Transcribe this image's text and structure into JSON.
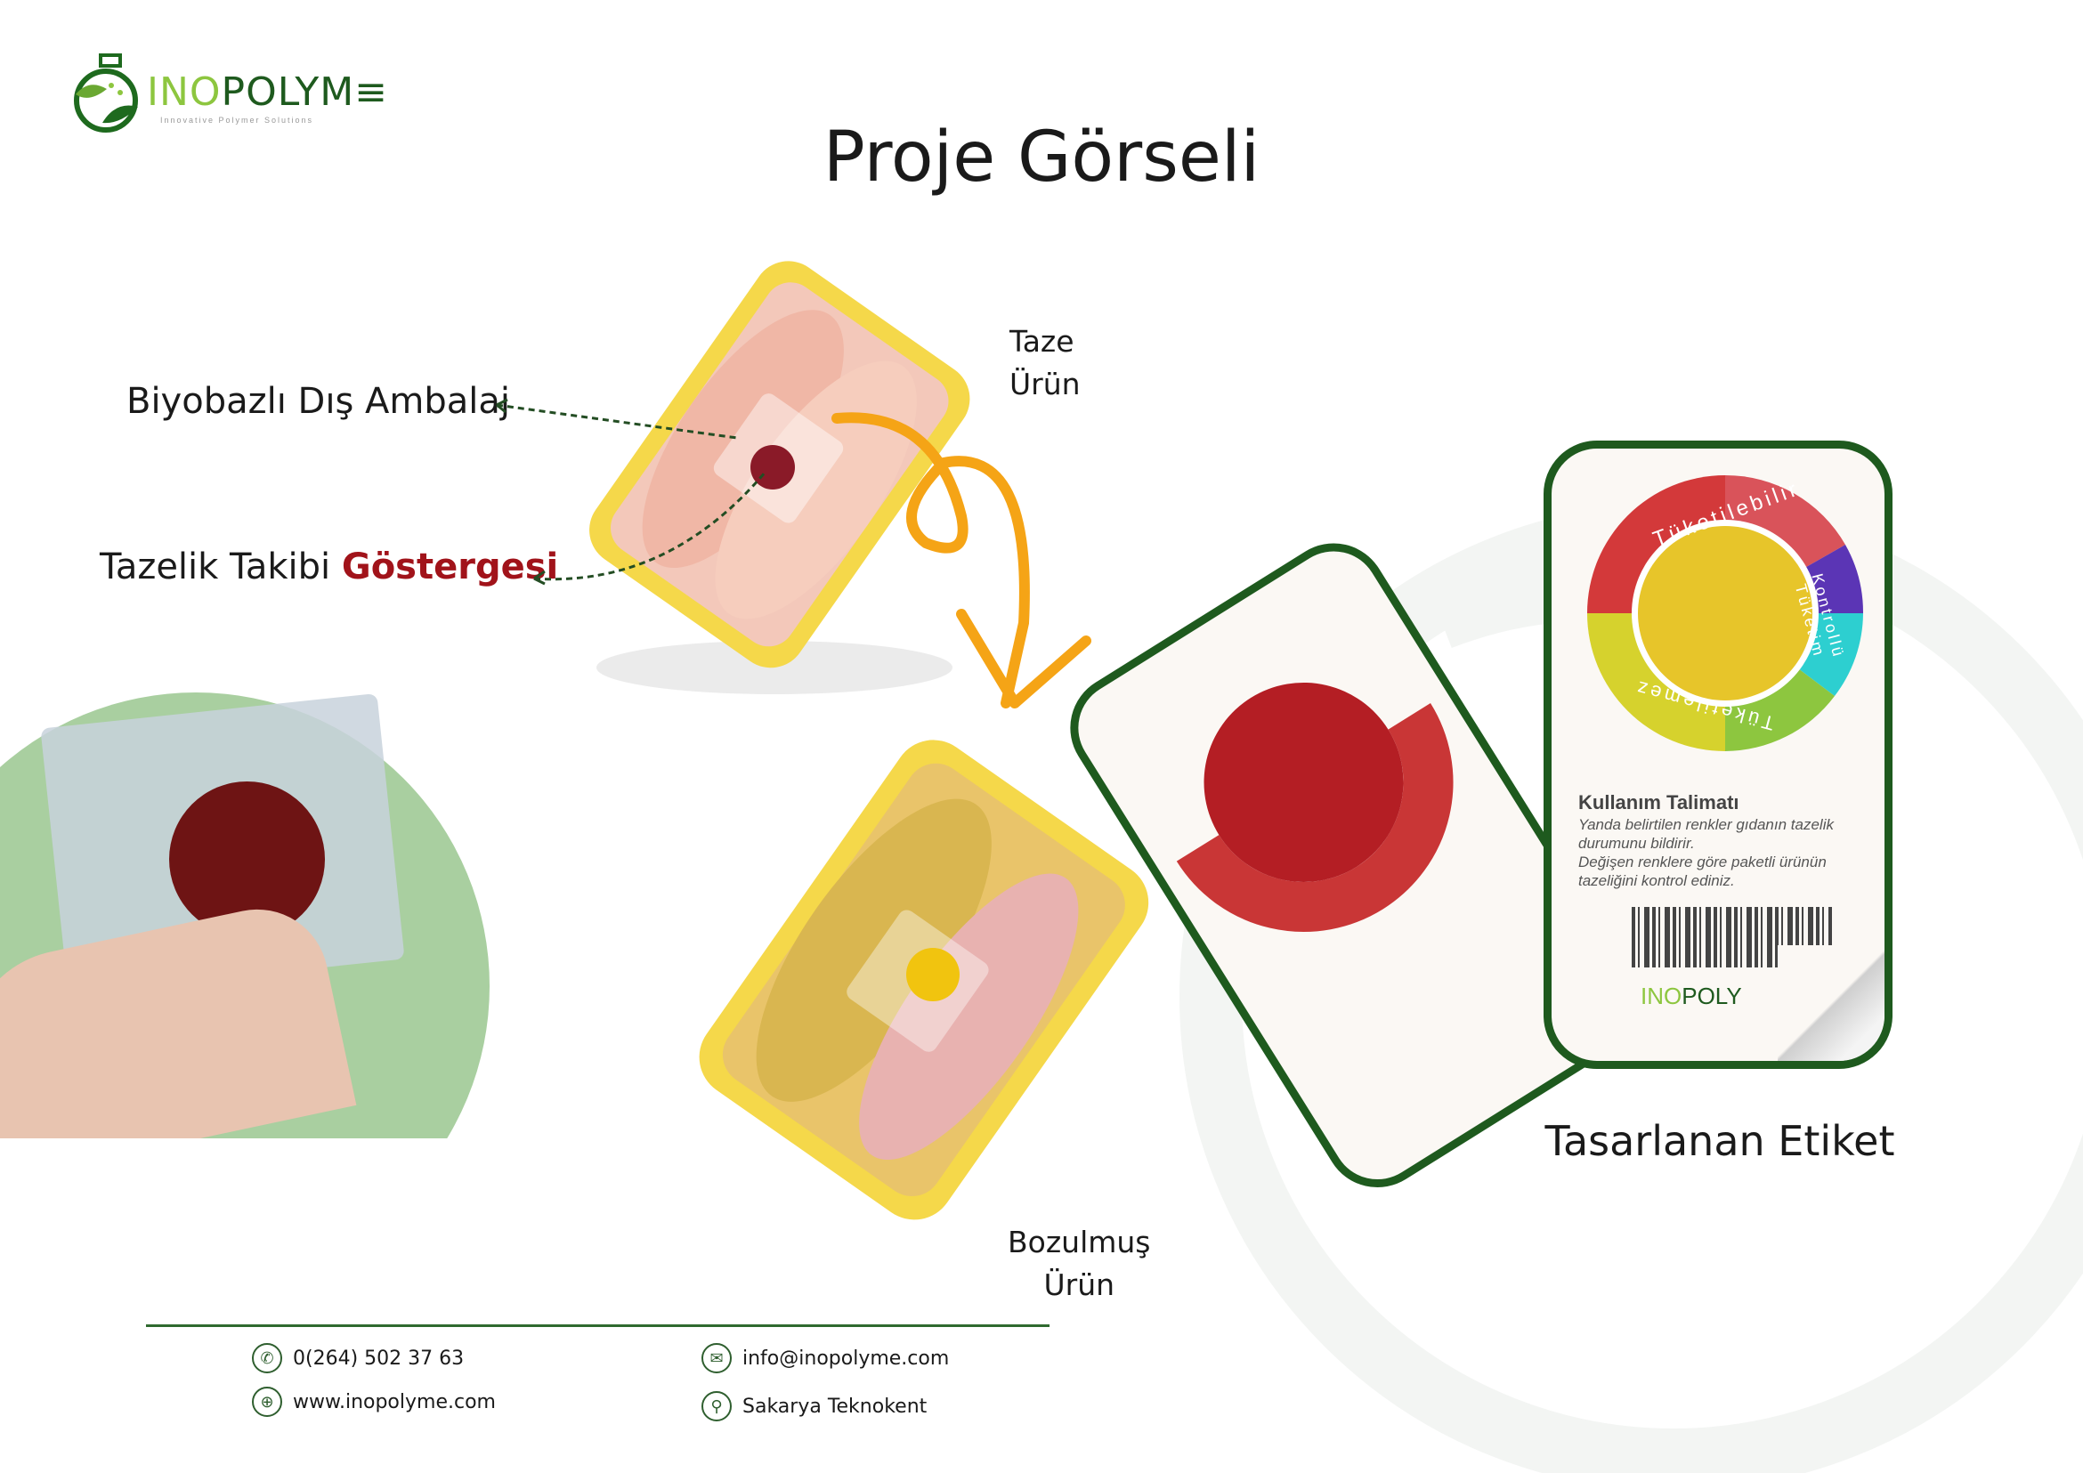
{
  "logo": {
    "name": "INOPOLYME",
    "name_light": "INO",
    "name_dark": "POLYM",
    "tagline": "Innovative Polymer Solutions"
  },
  "title": "Proje Görseli",
  "fresh_label": [
    "Taze",
    "Ürün"
  ],
  "spoiled_label": [
    "Bozulmuş",
    "Ürün"
  ],
  "callouts": {
    "outer_packaging": "Biyobazlı Dış Ambalaj",
    "indicator_prefix": "Tazelik Takibi",
    "indicator_highlight": "Göstergesi"
  },
  "label_card": {
    "ring": {
      "top": "Tüketilebilir",
      "right": "Kontrollü Tüketim",
      "bottom": "Tüketilemez"
    },
    "instructions_title": "Kullanım Talimatı",
    "instructions_lines": [
      "Yanda belirtilen renkler gıdanın tazelik",
      "durumunu bildirir.",
      "Değişen renklere göre paketli ürünün",
      "tazeliğini kontrol ediniz."
    ],
    "caption": "Tasarlanan Etiket"
  },
  "colors": {
    "brand_green": "#1e5a1e",
    "light_green": "#8dc63f",
    "highlight_red": "#a1131a",
    "arrow_orange": "#f5a416",
    "circle_bg": "#a9cfa0"
  },
  "contacts": {
    "phone": "0(264) 502 37 63",
    "email": "info@inopolyme.com",
    "web": "www.inopolyme.com",
    "address": "Sakarya Teknokent"
  }
}
